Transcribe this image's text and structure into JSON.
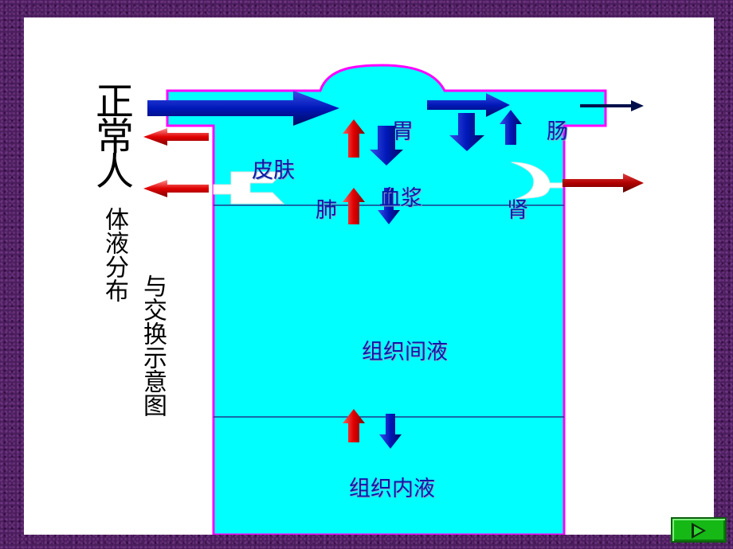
{
  "title": {
    "main": "正常人",
    "line1": "体液分布",
    "line2": "与交换示意图"
  },
  "labels": {
    "stomach": "胃",
    "intestine": "肠",
    "skin": "皮肤",
    "plasma": "血浆",
    "lung": "肺",
    "kidney": "肾",
    "interstitial_fluid": "组织间液",
    "intracellular_fluid": "组织内液"
  },
  "colors": {
    "fluid": "#00ffff",
    "outline": "#ff00ff",
    "arrow_blue": "#0018b8",
    "arrow_red": "#e00000",
    "label_text": "#0a1aa8",
    "background": "#4a1d5c",
    "next_button": "#16b816"
  },
  "icons": {
    "next_button": "play-triangle-icon"
  }
}
